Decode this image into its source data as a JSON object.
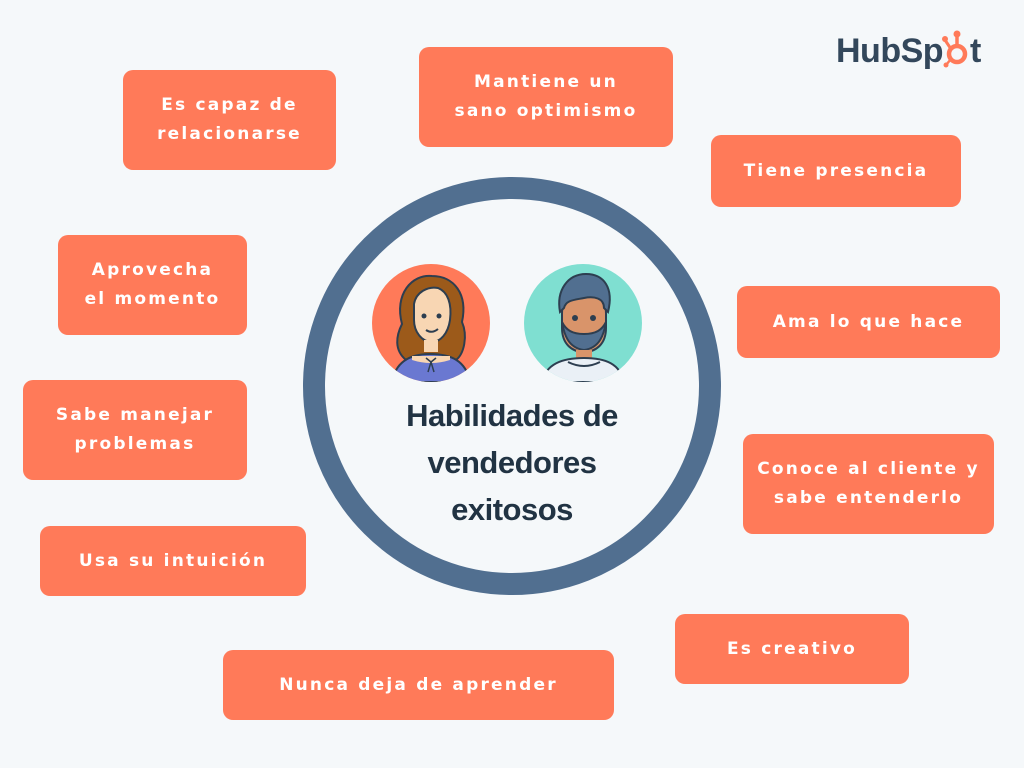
{
  "brand": {
    "logo_text_1": "HubSp",
    "logo_text_2": "t",
    "logo_accent_color": "#ff7a59",
    "logo_text_color": "#33475b"
  },
  "center": {
    "title": "Habilidades de\nvendedores\nexitosos",
    "ring_color": "#516f90",
    "avatars": [
      {
        "name": "woman-avatar",
        "bg_color": "#ff7a59"
      },
      {
        "name": "man-avatar",
        "bg_color": "#7fdfd1"
      }
    ]
  },
  "colors": {
    "background": "#f5f8fa",
    "box": "#ff7a59",
    "box_text": "#ffffff",
    "title_text": "#213343"
  },
  "skills": [
    {
      "label": "Es capaz de\nrelacionarse"
    },
    {
      "label": "Mantiene un\nsano optimismo"
    },
    {
      "label": "Tiene presencia"
    },
    {
      "label": "Aprovecha\nel momento"
    },
    {
      "label": "Ama lo que hace"
    },
    {
      "label": "Sabe manejar\nproblemas"
    },
    {
      "label": "Conoce al cliente y\nsabe entenderlo"
    },
    {
      "label": "Usa su intuición"
    },
    {
      "label": "Es creativo"
    },
    {
      "label": "Nunca deja de aprender"
    }
  ]
}
